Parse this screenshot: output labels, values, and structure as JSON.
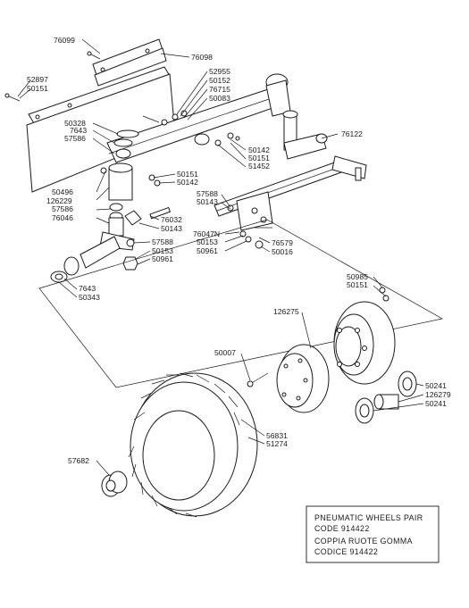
{
  "info_box": {
    "line1": "PNEUMATIC WHEELS PAIR",
    "line2": "CODE 914422",
    "line3": "COPPIA RUOTE GOMMA",
    "line4": "CODICE 914422"
  },
  "labels": {
    "l76099": "76099",
    "l76098": "76098",
    "l52897": "52897",
    "l50151a": "50151",
    "l52955": "52955",
    "l50152": "50152",
    "l76715": "76715",
    "l50083": "50083",
    "l50328": "50328",
    "l7643a": "7643",
    "l57586a": "57586",
    "l76122": "76122",
    "l50142a": "50142",
    "l50151b": "50151",
    "l51452": "51452",
    "l50496": "50496",
    "l126229": "126229",
    "l57586b": "57586",
    "l76046": "76046",
    "l50151c": "50151",
    "l50142b": "50142",
    "l57588a": "57588",
    "l50143a": "50143",
    "l76032": "76032",
    "l50143b": "50143",
    "l76047N": "76047N",
    "l50153a": "50153",
    "l50961a": "50961",
    "l76579": "76579",
    "l50016": "50016",
    "l57588b": "57588",
    "l50153b": "50153",
    "l50961b": "50961",
    "l7643b": "7643",
    "l50343": "50343",
    "l50985": "50985",
    "l50151d": "50151",
    "l126275": "126275",
    "l50007": "50007",
    "l50241a": "50241",
    "l126279": "126279",
    "l50241b": "50241",
    "l56831": "56831",
    "l51274": "51274",
    "l57682": "57682"
  }
}
